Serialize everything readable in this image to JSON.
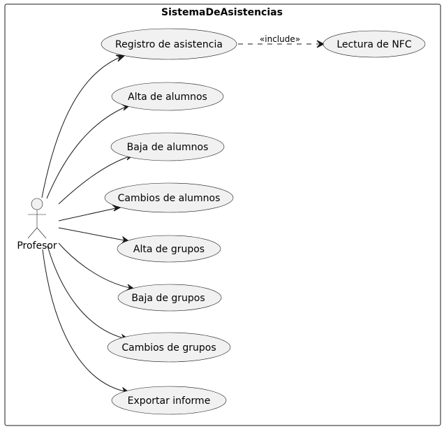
{
  "system": {
    "name": "SistemaDeAsistencias"
  },
  "actor": {
    "name": "Profesor"
  },
  "use_cases": [
    {
      "id": "registro",
      "label": "Registro de asistencia"
    },
    {
      "id": "alta_alumnos",
      "label": "Alta de alumnos"
    },
    {
      "id": "baja_alumnos",
      "label": "Baja de alumnos"
    },
    {
      "id": "cambios_alumnos",
      "label": "Cambios de alumnos"
    },
    {
      "id": "alta_grupos",
      "label": "Alta de grupos"
    },
    {
      "id": "baja_grupos",
      "label": "Baja de grupos"
    },
    {
      "id": "cambios_grupos",
      "label": "Cambios de grupos"
    },
    {
      "id": "exportar",
      "label": "Exportar informe"
    },
    {
      "id": "nfc",
      "label": "Lectura de NFC"
    }
  ],
  "relations": [
    {
      "from": "Profesor",
      "to": "registro",
      "type": "association"
    },
    {
      "from": "Profesor",
      "to": "alta_alumnos",
      "type": "association"
    },
    {
      "from": "Profesor",
      "to": "baja_alumnos",
      "type": "association"
    },
    {
      "from": "Profesor",
      "to": "cambios_alumnos",
      "type": "association"
    },
    {
      "from": "Profesor",
      "to": "alta_grupos",
      "type": "association"
    },
    {
      "from": "Profesor",
      "to": "baja_grupos",
      "type": "association"
    },
    {
      "from": "Profesor",
      "to": "cambios_grupos",
      "type": "association"
    },
    {
      "from": "Profesor",
      "to": "exportar",
      "type": "association"
    },
    {
      "from": "registro",
      "to": "nfc",
      "type": "include",
      "label": "«include»"
    }
  ]
}
